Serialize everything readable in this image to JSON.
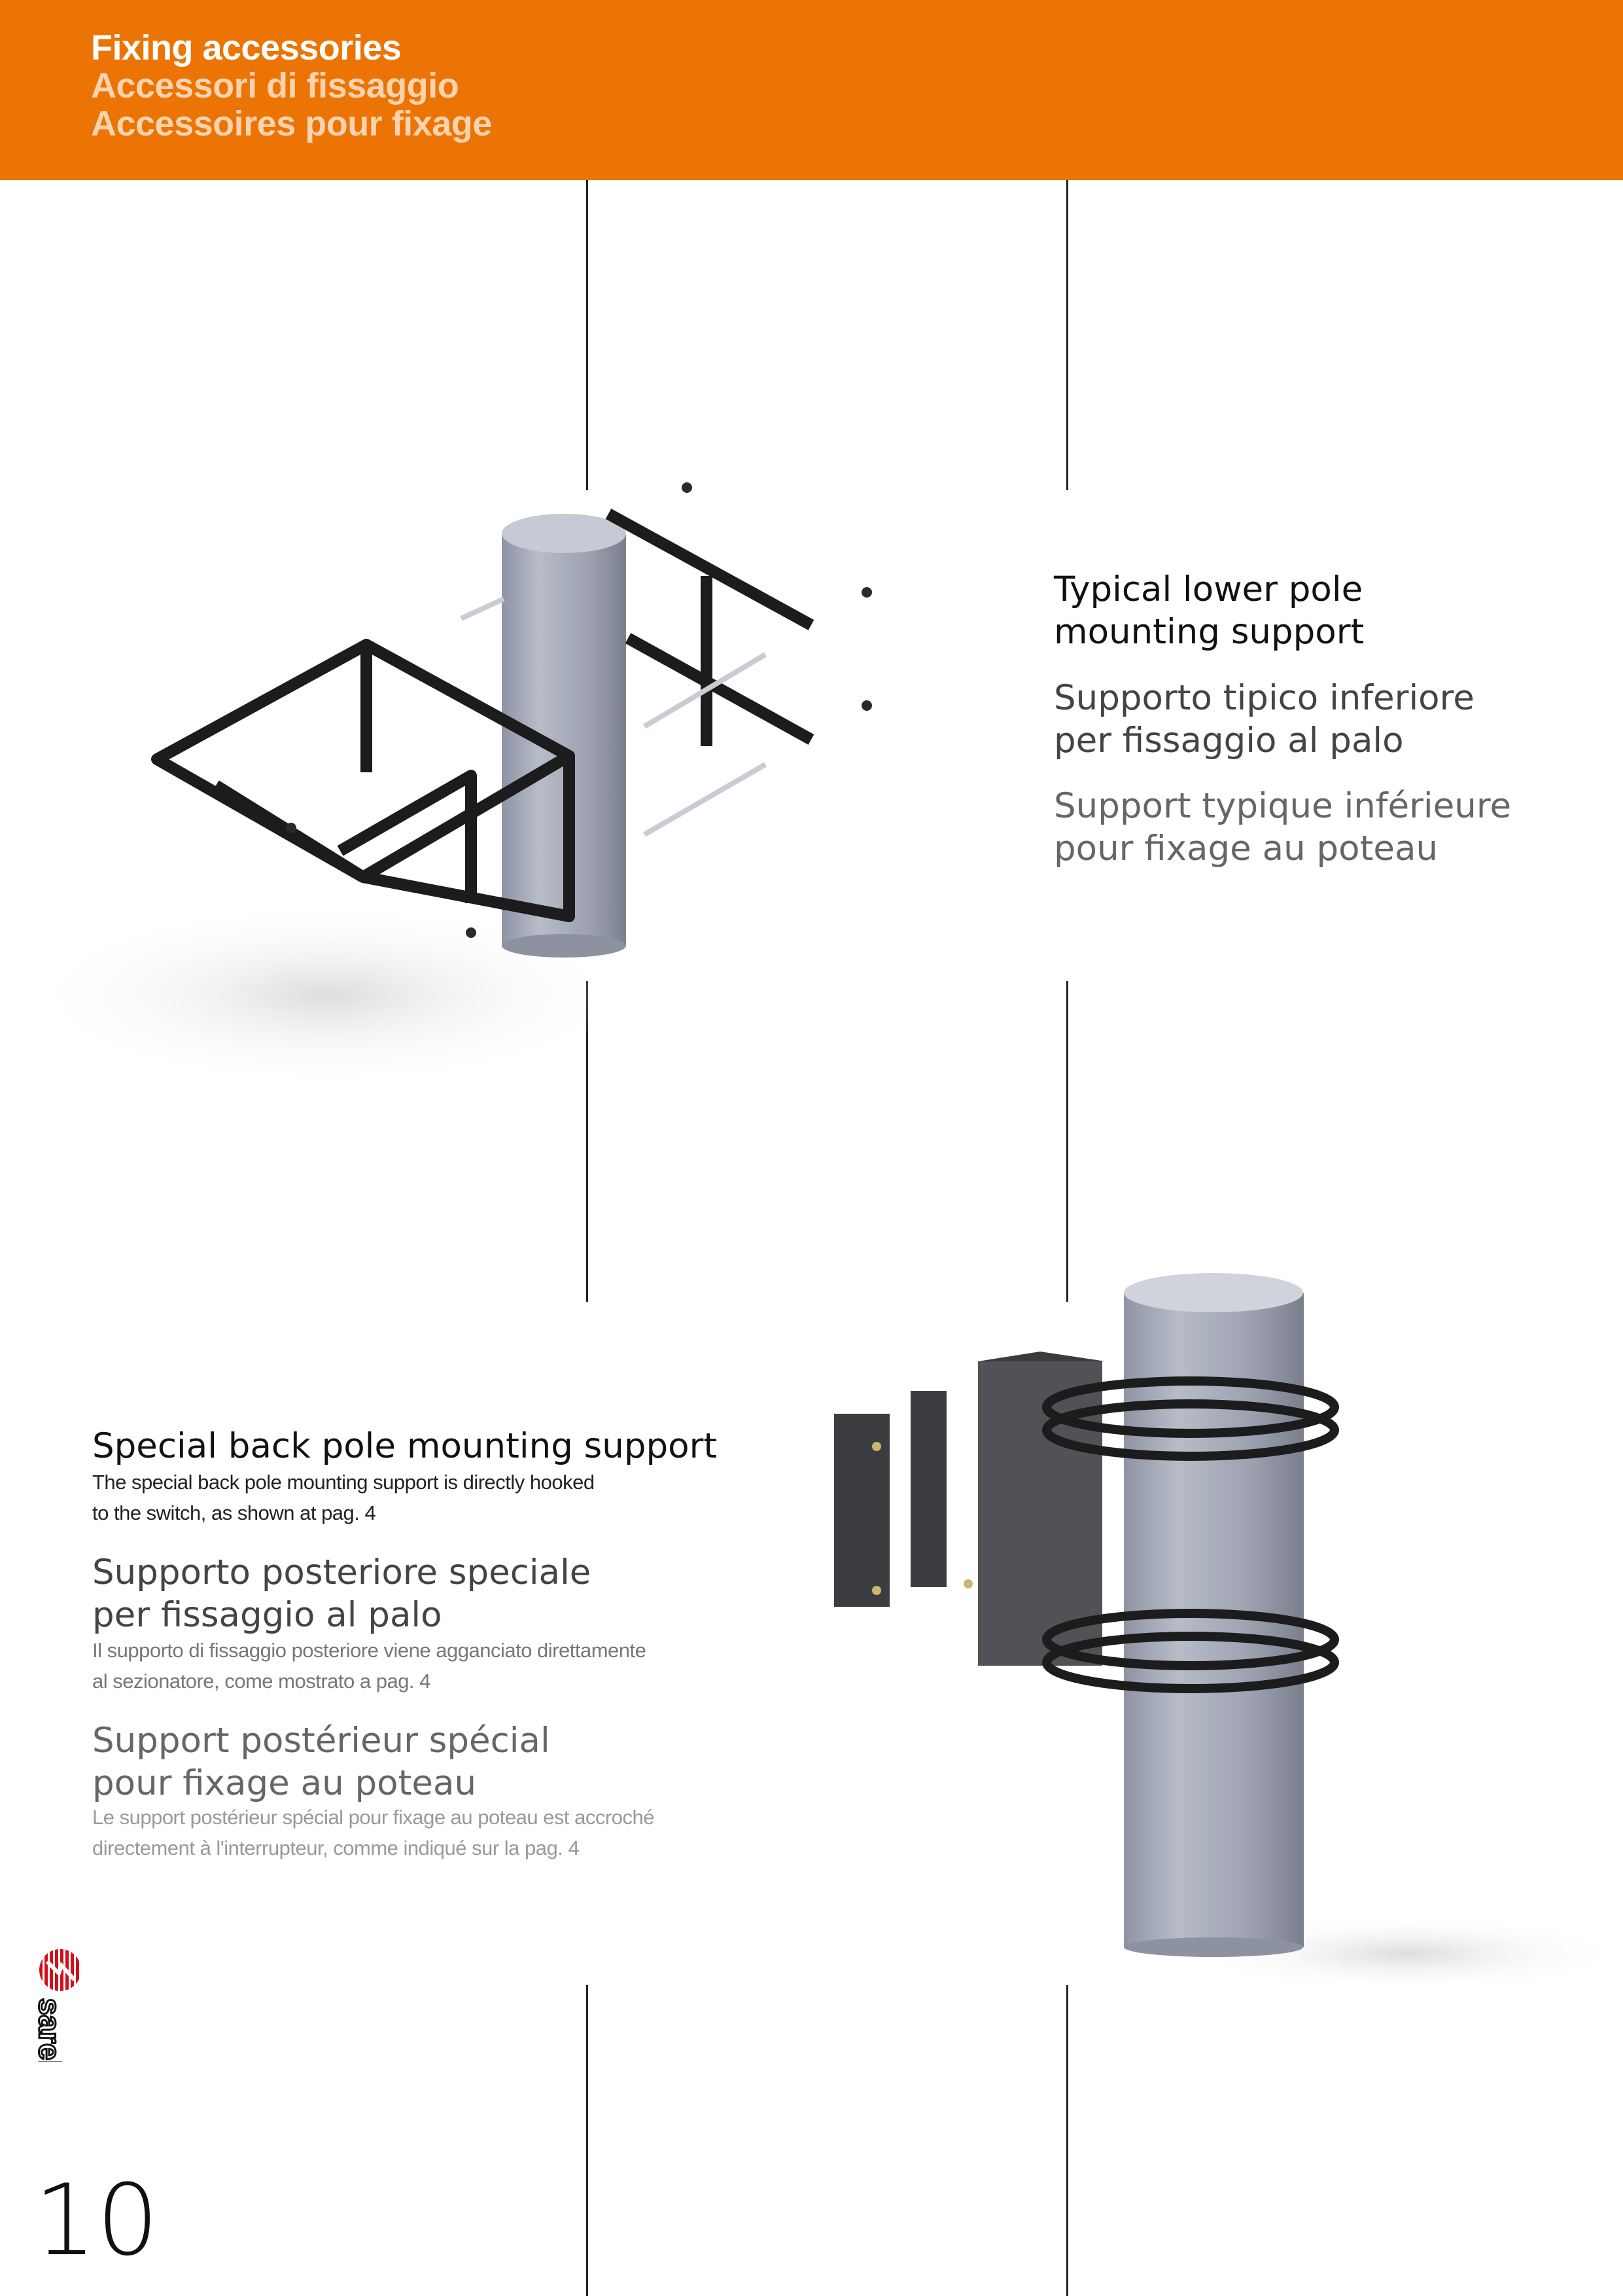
{
  "header": {
    "title_en": "Fixing accessories",
    "title_it": "Accessori di fissaggio",
    "title_fr": "Accessoires pour fixage",
    "color": "#EC7405"
  },
  "section_lower": {
    "heading_en": [
      "Typical lower pole",
      "mounting support"
    ],
    "heading_it": [
      "Supporto tipico inferiore",
      "per fissaggio al palo"
    ],
    "heading_fr": [
      "Support typique inférieure",
      "pour fixage au poteau"
    ]
  },
  "section_back": {
    "heading_en": "Special back pole mounting support",
    "body_en": [
      "The special back pole mounting support is directly hooked",
      "to the switch, as shown at pag. 4"
    ],
    "heading_it": [
      "Supporto posteriore speciale",
      "per fissaggio al palo"
    ],
    "body_it": [
      "Il supporto di fissaggio posteriore viene agganciato direttamente",
      "al sezionatore, come mostrato a pag. 4"
    ],
    "heading_fr": [
      "Support postérieur spécial",
      "pour fixage au poteau"
    ],
    "body_fr": [
      "Le support postérieur spécial pour fixage au poteau est accroché",
      "directement à l'interrupteur, comme indiqué sur la pag. 4"
    ]
  },
  "footer": {
    "logo_text": "sarel",
    "page_number": "10"
  }
}
